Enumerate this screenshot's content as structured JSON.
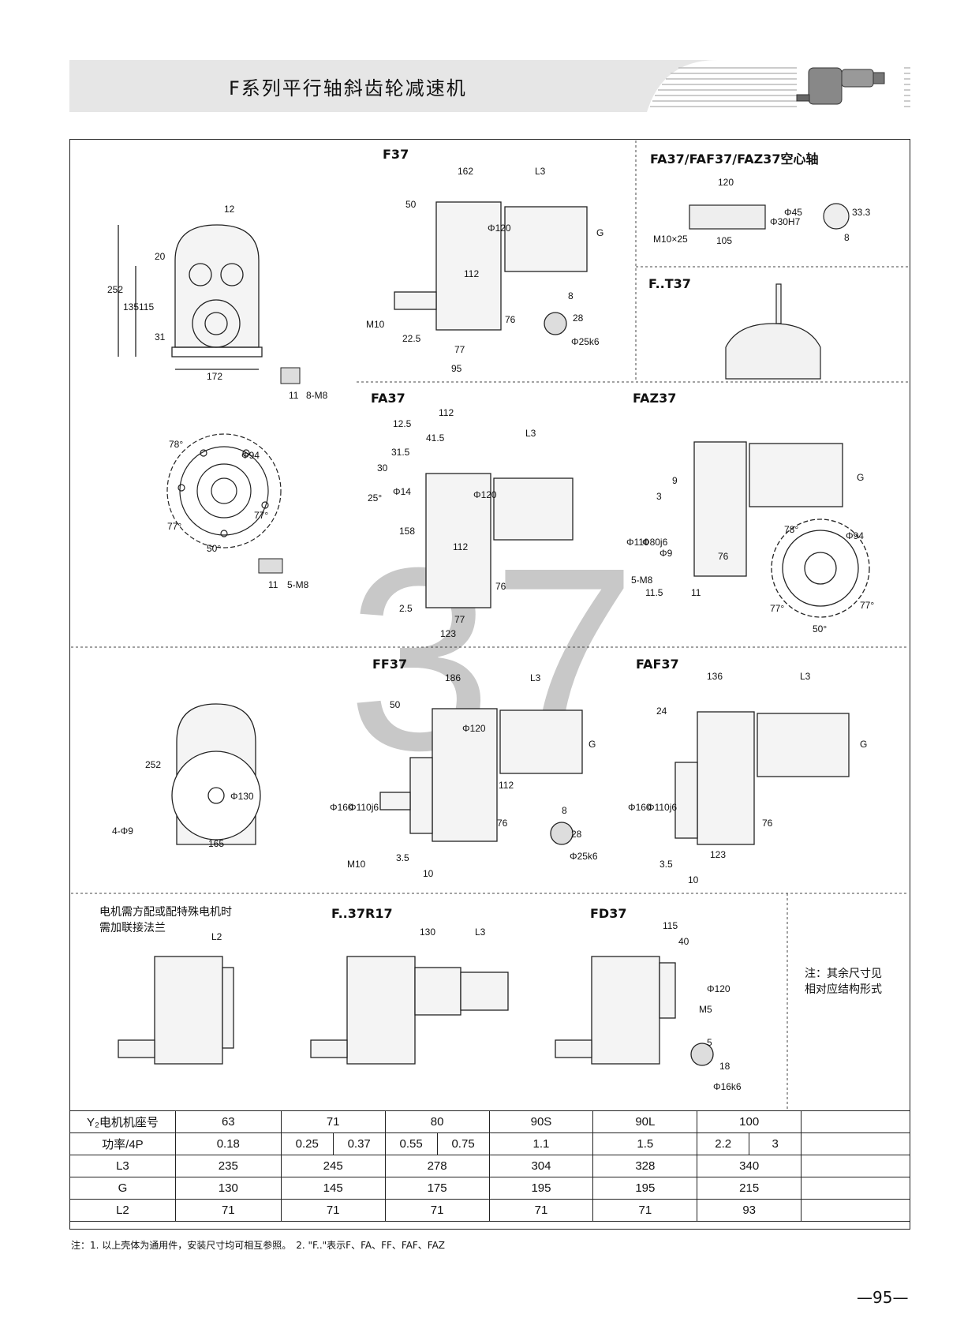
{
  "title": "F系列平行轴斜齿轮减速机",
  "watermark": "37",
  "sections": {
    "f37": "F37",
    "fa_hollow": "FA37/FAF37/FAZ37空心轴",
    "ft37": "F..T37",
    "fa37": "FA37",
    "faz37": "FAZ37",
    "ff37": "FF37",
    "faf37": "FAF37",
    "f37r17": "F..37R17",
    "fd37": "FD37"
  },
  "motor_note": [
    "电机需方配或配特殊电机时",
    "需加联接法兰"
  ],
  "side_note": [
    "注：其余尺寸见",
    "相对应结构形式"
  ],
  "dims": {
    "front_12": "12",
    "front_252": "252",
    "front_135": "135",
    "front_115": "115",
    "front_20": "20",
    "front_31": "31",
    "front_172": "172",
    "key_11": "11",
    "key_8m8": "8-M8",
    "f37_162": "162",
    "f37_l3": "L3",
    "f37_50": "50",
    "f37_phi120": "Φ120",
    "f37_112": "112",
    "f37_76": "76",
    "f37_g": "G",
    "f37_m10": "M10",
    "f37_225": "22.5",
    "f37_77": "77",
    "f37_95": "95",
    "f37_8": "8",
    "f37_28": "28",
    "f37_phi25": "Φ25k6",
    "h_120": "120",
    "h_m10": "M10×25",
    "h_105": "105",
    "h_phi30": "Φ30H7",
    "h_phi45": "Φ45",
    "h_333": "33.3",
    "h_8": "8",
    "flange_78": "78°",
    "flange_phi94": "Φ94",
    "flange_77a": "77°",
    "flange_77b": "77°",
    "flange_50": "50°",
    "key2_11": "11",
    "key2_5m8": "5-M8",
    "fa_112": "112",
    "fa_125": "12.5",
    "fa_415": "41.5",
    "fa_l3": "L3",
    "fa_315": "31.5",
    "fa_30": "30",
    "fa_25": "25°",
    "fa_phi14": "Φ14",
    "fa_phi120": "Φ120",
    "fa_158": "158",
    "fa_112b": "112",
    "fa_76": "76",
    "fa_25b": "2.5",
    "fa_77": "77",
    "fa_123": "123",
    "faz_g": "G",
    "faz_9": "9",
    "faz_3": "3",
    "faz_phi110": "Φ110",
    "faz_phi80": "Φ80j6",
    "faz_phi9": "Φ9",
    "faz_5m8": "5-M8",
    "faz_115": "11.5",
    "faz_11": "11",
    "faz_76": "76",
    "faz_78": "78°",
    "faz_phi94": "Φ94",
    "faz_77a": "77°",
    "faz_77b": "77°",
    "faz_50": "50°",
    "ff_front_252": "252",
    "ff_front_phi130": "Φ130",
    "ff_front_4phi9": "4-Φ9",
    "ff_front_165": "165",
    "ff_186": "186",
    "ff_l3": "L3",
    "ff_50": "50",
    "ff_phi120": "Φ120",
    "ff_g": "G",
    "ff_phi160": "Φ160",
    "ff_phi110": "Φ110j6",
    "ff_112": "112",
    "ff_76": "76",
    "ff_m10": "M10",
    "ff_35": "3.5",
    "ff_10": "10",
    "ff_8": "8",
    "ff_28": "28",
    "ff_phi25": "Φ25k6",
    "faf_136": "136",
    "faf_l3": "L3",
    "faf_24": "24",
    "faf_g": "G",
    "faf_phi160": "Φ160",
    "faf_phi110": "Φ110j6",
    "faf_76": "76",
    "faf_123": "123",
    "faf_35": "3.5",
    "faf_10": "10",
    "m_l2": "L2",
    "r_130": "130",
    "r_l3": "L3",
    "fd_115": "115",
    "fd_40": "40",
    "fd_phi120": "Φ120",
    "fd_m5": "M5",
    "fd_5": "5",
    "fd_18": "18",
    "fd_phi16": "Φ16k6"
  },
  "table": {
    "rows": [
      {
        "label": "Y₂电机机座号",
        "cells": [
          [
            "63"
          ],
          [
            "71"
          ],
          [
            "80"
          ],
          [
            "90S"
          ],
          [
            "90L"
          ],
          [
            "100"
          ]
        ]
      },
      {
        "label": "功率/4P",
        "cells": [
          [
            "0.18"
          ],
          [
            "0.25",
            "0.37"
          ],
          [
            "0.55",
            "0.75"
          ],
          [
            "1.1"
          ],
          [
            "1.5"
          ],
          [
            "2.2",
            "3"
          ]
        ]
      },
      {
        "label": "L3",
        "cells": [
          [
            "235"
          ],
          [
            "245"
          ],
          [
            "278"
          ],
          [
            "304"
          ],
          [
            "328"
          ],
          [
            "340"
          ]
        ]
      },
      {
        "label": "G",
        "cells": [
          [
            "130"
          ],
          [
            "145"
          ],
          [
            "175"
          ],
          [
            "195"
          ],
          [
            "195"
          ],
          [
            "215"
          ]
        ]
      },
      {
        "label": "L2",
        "cells": [
          [
            "71"
          ],
          [
            "71"
          ],
          [
            "71"
          ],
          [
            "71"
          ],
          [
            "71"
          ],
          [
            "93"
          ]
        ]
      }
    ]
  },
  "footnote": "注：1. 以上壳体为通用件，安装尺寸均可相互参照。　2. \"F..\"表示F、FA、FF、FAF、FAZ",
  "page_number": "—95—"
}
